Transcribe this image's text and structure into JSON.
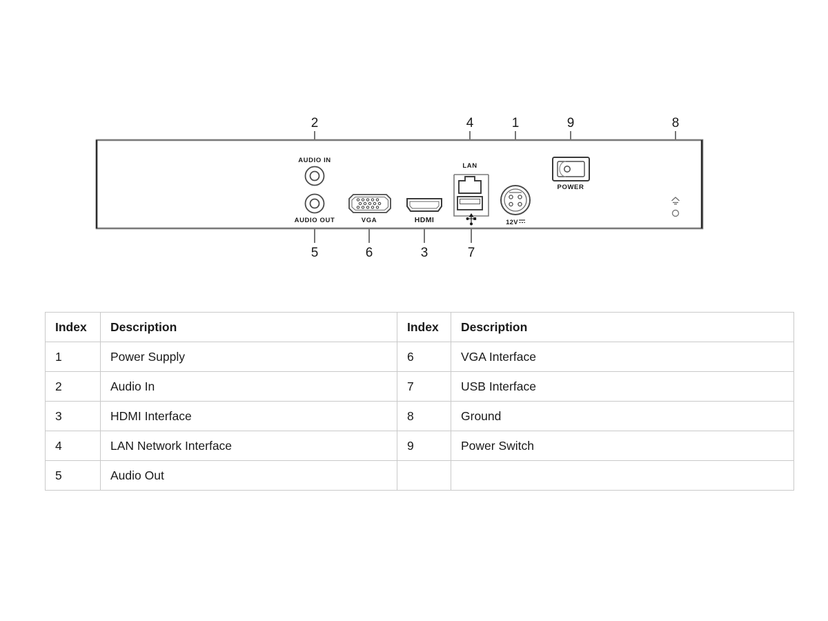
{
  "diagram": {
    "title": "rear-panel-interface-diagram",
    "device": "NVR rear panel",
    "panel": {
      "fill": "#ffffff",
      "stroke": "#6f6f6f",
      "edge_stroke": "#2b2b2b"
    },
    "port_labels": {
      "audio_in": "AUDIO IN",
      "audio_out": "AUDIO OUT",
      "vga": "VGA",
      "hdmi": "HDMI",
      "lan": "LAN",
      "usb": "",
      "power_in": "12V",
      "power_switch": "POWER"
    },
    "callouts_top": [
      {
        "number": "2",
        "target": "audio-in-jack"
      },
      {
        "number": "4",
        "target": "lan-port"
      },
      {
        "number": "1",
        "target": "power-supply-connector"
      },
      {
        "number": "9",
        "target": "power-switch"
      },
      {
        "number": "8",
        "target": "ground-terminal"
      }
    ],
    "callouts_bottom": [
      {
        "number": "5",
        "target": "audio-out-jack"
      },
      {
        "number": "6",
        "target": "vga-port"
      },
      {
        "number": "3",
        "target": "hdmi-port"
      },
      {
        "number": "7",
        "target": "usb-port"
      }
    ]
  },
  "table": {
    "headers": {
      "index": "Index",
      "description": "Description"
    },
    "left_rows": [
      {
        "index": "1",
        "description": "Power Supply"
      },
      {
        "index": "2",
        "description": "Audio In"
      },
      {
        "index": "3",
        "description": "HDMI Interface"
      },
      {
        "index": "4",
        "description": "LAN Network Interface"
      },
      {
        "index": "5",
        "description": "Audio Out"
      }
    ],
    "right_rows": [
      {
        "index": "6",
        "description": "VGA Interface"
      },
      {
        "index": "7",
        "description": "USB Interface"
      },
      {
        "index": "8",
        "description": "Ground"
      },
      {
        "index": "9",
        "description": "Power Switch"
      },
      {
        "index": "",
        "description": ""
      }
    ]
  }
}
